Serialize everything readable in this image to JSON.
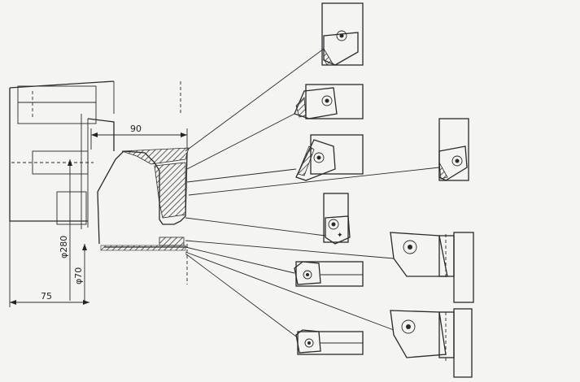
{
  "dimensions": {
    "width_90": "90",
    "dia_280": "φ280",
    "dia_70": "φ70",
    "length_75": "75"
  },
  "colors": {
    "ink": "#2a2a2a",
    "paper": "#f4f4f2",
    "hatch": "#3a3a3a"
  }
}
